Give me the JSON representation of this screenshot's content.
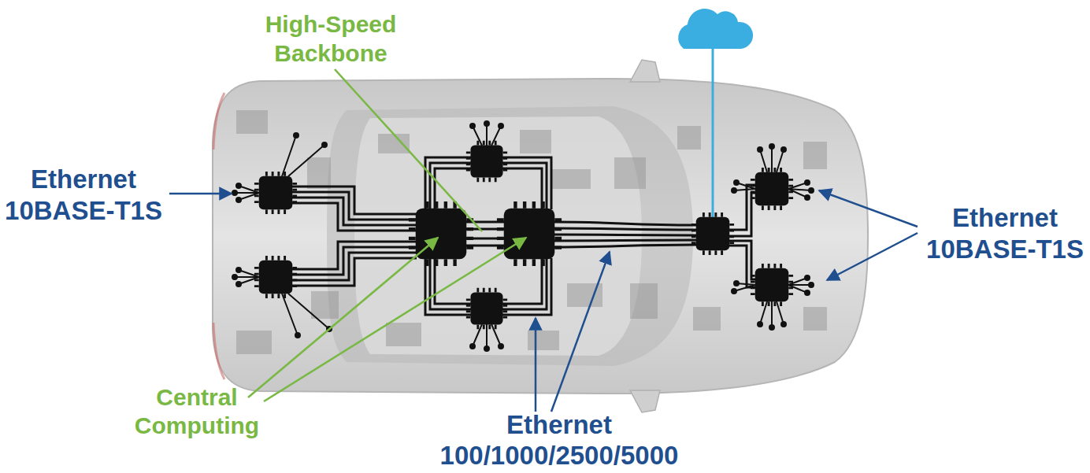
{
  "diagram": {
    "labels": [
      "High-Speed Backbone",
      "Ethernet 10BASE-T1S",
      "Ethernet 10BASE-T1S",
      "Central Computing",
      "Ethernet 100/1000/2500/5000"
    ]
  }
}
